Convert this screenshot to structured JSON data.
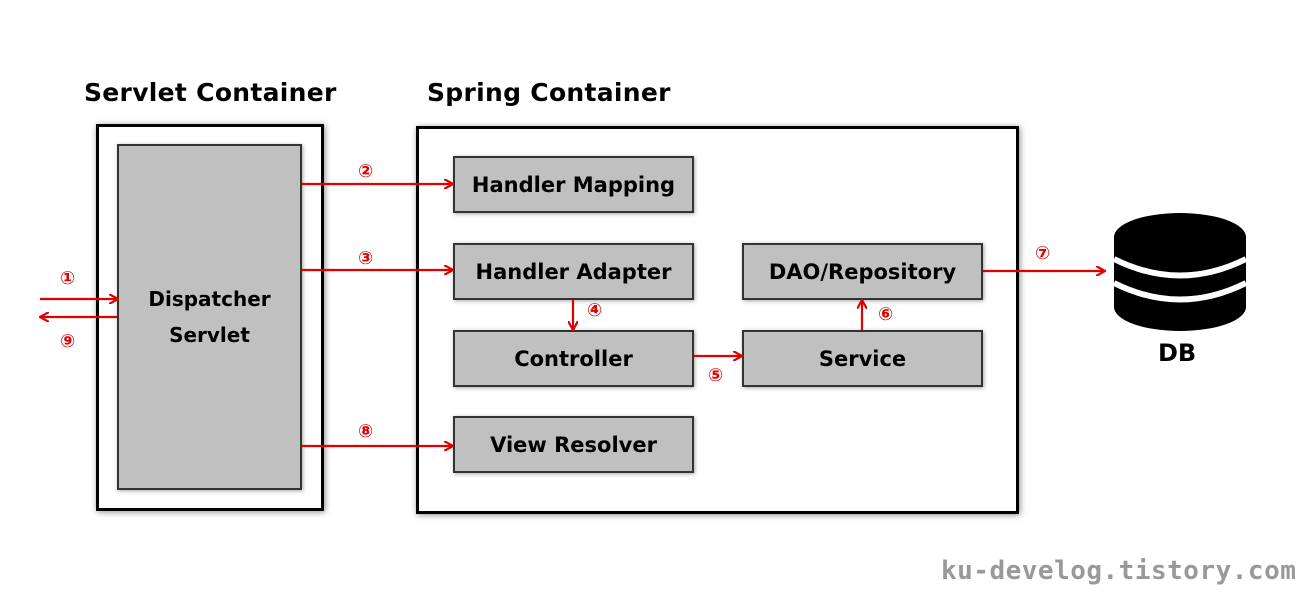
{
  "titles": {
    "servlet_container": "Servlet Container",
    "spring_container": "Spring Container"
  },
  "components": {
    "dispatcher_line1": "Dispatcher",
    "dispatcher_line2": "Servlet",
    "handler_mapping": "Handler Mapping",
    "handler_adapter": "Handler Adapter",
    "controller": "Controller",
    "service": "Service",
    "dao_repository": "DAO/Repository",
    "view_resolver": "View Resolver"
  },
  "steps": {
    "s1": "①",
    "s2": "②",
    "s3": "③",
    "s4": "④",
    "s5": "⑤",
    "s6": "⑥",
    "s7": "⑦",
    "s8": "⑧",
    "s9": "⑨"
  },
  "database": {
    "label": "DB",
    "icon": "database-icon"
  },
  "watermark": "ku-develog.tistory.com",
  "colors": {
    "arrow": "#e00000",
    "box_fill": "#c0c0c0",
    "border": "#000000",
    "watermark": "#999999"
  }
}
